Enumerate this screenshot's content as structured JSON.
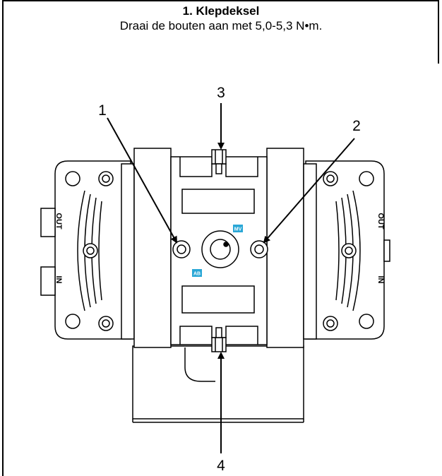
{
  "header": {
    "title": "1. Klepdeksel",
    "instruction": "Draai de bouten aan met 5,0-5,3 N•m."
  },
  "callouts": [
    "1",
    "2",
    "3",
    "4"
  ],
  "port_labels": {
    "left_out": "OUT",
    "left_in": "IN",
    "right_out": "OUT",
    "right_in": "IN"
  },
  "badges": {
    "upper": "MV",
    "lower": "AB"
  },
  "colors": {
    "line": "#000000",
    "badge": "#2aa7d6",
    "background": "#ffffff"
  }
}
